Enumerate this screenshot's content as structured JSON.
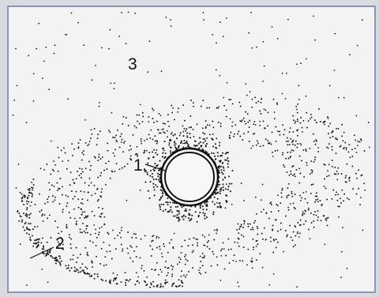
{
  "figure": {
    "labels": {
      "inner": "1",
      "outer": "2",
      "halo": "3"
    }
  },
  "colors": {
    "page": "#d9dae0",
    "panel": "#f3f3f3",
    "border": "#8d93b8",
    "ink": "#111111"
  }
}
